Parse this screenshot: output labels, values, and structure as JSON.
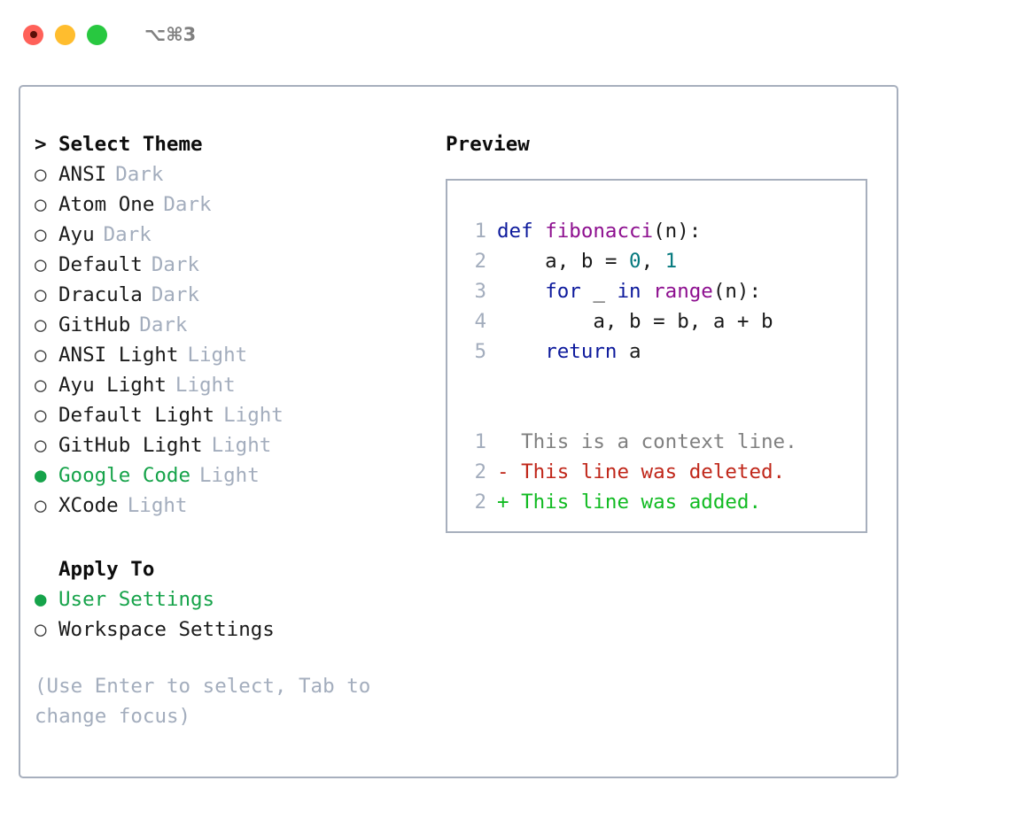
{
  "window": {
    "shortcut": "⌥⌘3",
    "traffic_lights": [
      {
        "name": "close",
        "color": "#ff6159"
      },
      {
        "name": "minimize",
        "color": "#ffbd2e"
      },
      {
        "name": "maximize",
        "color": "#28c840"
      }
    ]
  },
  "left": {
    "header": {
      "marker": ">",
      "label": "Select Theme"
    },
    "themes": [
      {
        "marker": "○",
        "name": "ANSI",
        "tag": "Dark",
        "selected": false
      },
      {
        "marker": "○",
        "name": "Atom One",
        "tag": "Dark",
        "selected": false
      },
      {
        "marker": "○",
        "name": "Ayu",
        "tag": "Dark",
        "selected": false
      },
      {
        "marker": "○",
        "name": "Default",
        "tag": "Dark",
        "selected": false
      },
      {
        "marker": "○",
        "name": "Dracula",
        "tag": "Dark",
        "selected": false
      },
      {
        "marker": "○",
        "name": "GitHub",
        "tag": "Dark",
        "selected": false
      },
      {
        "marker": "○",
        "name": "ANSI Light",
        "tag": "Light",
        "selected": false
      },
      {
        "marker": "○",
        "name": "Ayu Light",
        "tag": "Light",
        "selected": false
      },
      {
        "marker": "○",
        "name": "Default Light",
        "tag": "Light",
        "selected": false
      },
      {
        "marker": "○",
        "name": "GitHub Light",
        "tag": "Light",
        "selected": false
      },
      {
        "marker": "●",
        "name": "Google Code",
        "tag": "Light",
        "selected": true
      },
      {
        "marker": "○",
        "name": "XCode",
        "tag": "Light",
        "selected": false
      }
    ],
    "apply_to": {
      "header": "Apply To",
      "options": [
        {
          "marker": "●",
          "name": "User Settings",
          "selected": true
        },
        {
          "marker": "○",
          "name": "Workspace Settings",
          "selected": false
        }
      ]
    },
    "hint": "(Use Enter to select, Tab to change focus)"
  },
  "right": {
    "title": "Preview",
    "code_lines": [
      {
        "num": "1",
        "tokens": [
          {
            "t": "def ",
            "c": "kw"
          },
          {
            "t": "fibonacci",
            "c": "fn"
          },
          {
            "t": "(n):",
            "c": "punc"
          }
        ]
      },
      {
        "num": "2",
        "tokens": [
          {
            "t": "    a, b = ",
            "c": "plain"
          },
          {
            "t": "0",
            "c": "num"
          },
          {
            "t": ", ",
            "c": "plain"
          },
          {
            "t": "1",
            "c": "num"
          }
        ]
      },
      {
        "num": "3",
        "tokens": [
          {
            "t": "    ",
            "c": "plain"
          },
          {
            "t": "for",
            "c": "kw"
          },
          {
            "t": " _ ",
            "c": "plain"
          },
          {
            "t": "in",
            "c": "kw"
          },
          {
            "t": " ",
            "c": "plain"
          },
          {
            "t": "range",
            "c": "fn"
          },
          {
            "t": "(n):",
            "c": "punc"
          }
        ]
      },
      {
        "num": "4",
        "tokens": [
          {
            "t": "        a, b = b, a + b",
            "c": "plain"
          }
        ]
      },
      {
        "num": "5",
        "tokens": [
          {
            "t": "    ",
            "c": "plain"
          },
          {
            "t": "return",
            "c": "kw"
          },
          {
            "t": " a",
            "c": "plain"
          }
        ]
      }
    ],
    "diff_lines": [
      {
        "num": "1",
        "sign": " ",
        "text": " This is a context line.",
        "kind": "ctx"
      },
      {
        "num": "2",
        "sign": "-",
        "text": " This line was deleted.",
        "kind": "del"
      },
      {
        "num": "2",
        "sign": "+",
        "text": " This line was added.",
        "kind": "add"
      }
    ]
  },
  "colors": {
    "accent_green": "#16a34a",
    "muted": "#a3adbd",
    "border": "#a7afbd",
    "kw": "#0d1a9c",
    "fn": "#8d0f8f",
    "num": "#05797e",
    "diff_del": "#c0271a",
    "diff_add": "#11bb22"
  }
}
